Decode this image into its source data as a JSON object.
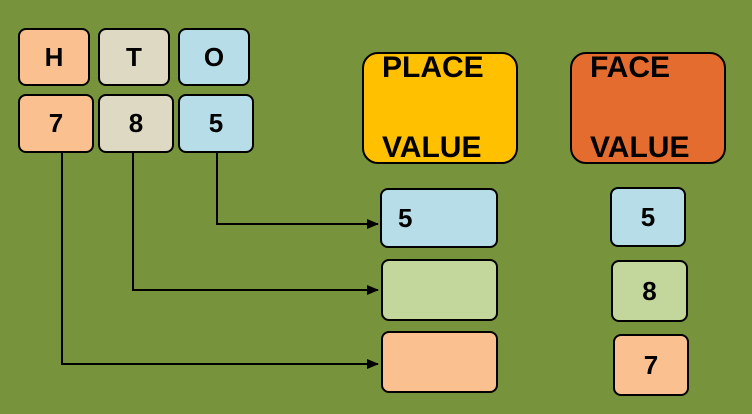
{
  "headers": {
    "hundreds": "H",
    "tens": "T",
    "ones": "O"
  },
  "digits": {
    "hundreds": "7",
    "tens": "8",
    "ones": "5"
  },
  "place_value": {
    "title_line1": "PLACE",
    "title_line2": "VALUE",
    "ones": "5",
    "tens": "",
    "hundreds": ""
  },
  "face_value": {
    "title_line1": "FACE",
    "title_line2": "VALUE",
    "ones": "5",
    "tens": "8",
    "hundreds": "7"
  },
  "colors": {
    "background": "#77933c",
    "hundreds": "#fac090",
    "tens_header": "#ddd9c3",
    "tens_value": "#c3d69b",
    "ones": "#b7dde8",
    "place_value_header": "#ffc000",
    "face_value_header": "#e46c2e"
  }
}
